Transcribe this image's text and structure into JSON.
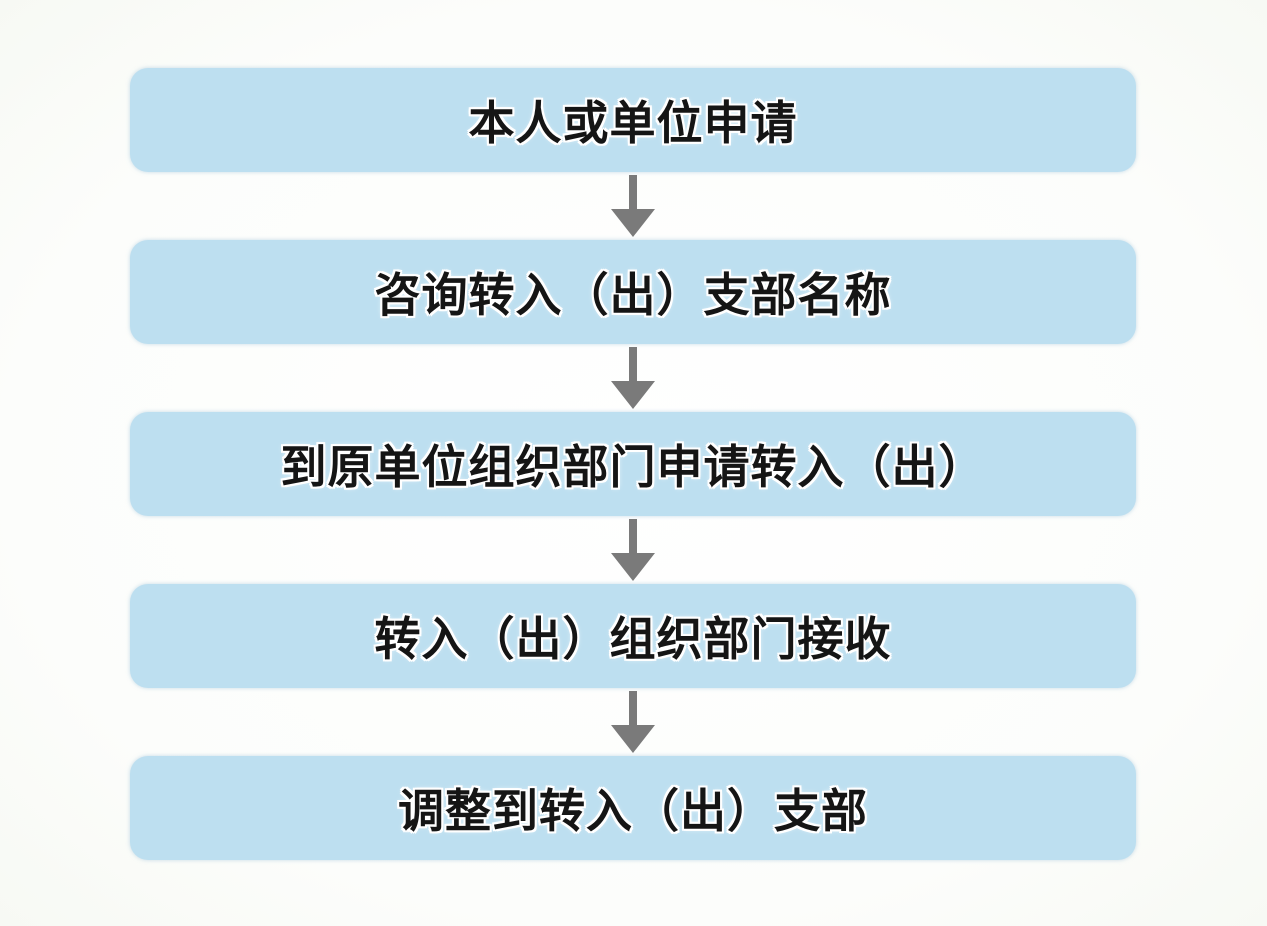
{
  "steps": [
    {
      "label": "本人或单位申请"
    },
    {
      "label": "咨询转入（出）支部名称"
    },
    {
      "label": "到原单位组织部门申请转入（出）"
    },
    {
      "label": "转入（出）组织部门接收"
    },
    {
      "label": "调整到转入（出）支部"
    }
  ],
  "colors": {
    "box_fill": "#bddff0",
    "arrow": "#7a7a7a",
    "text": "#151515"
  }
}
